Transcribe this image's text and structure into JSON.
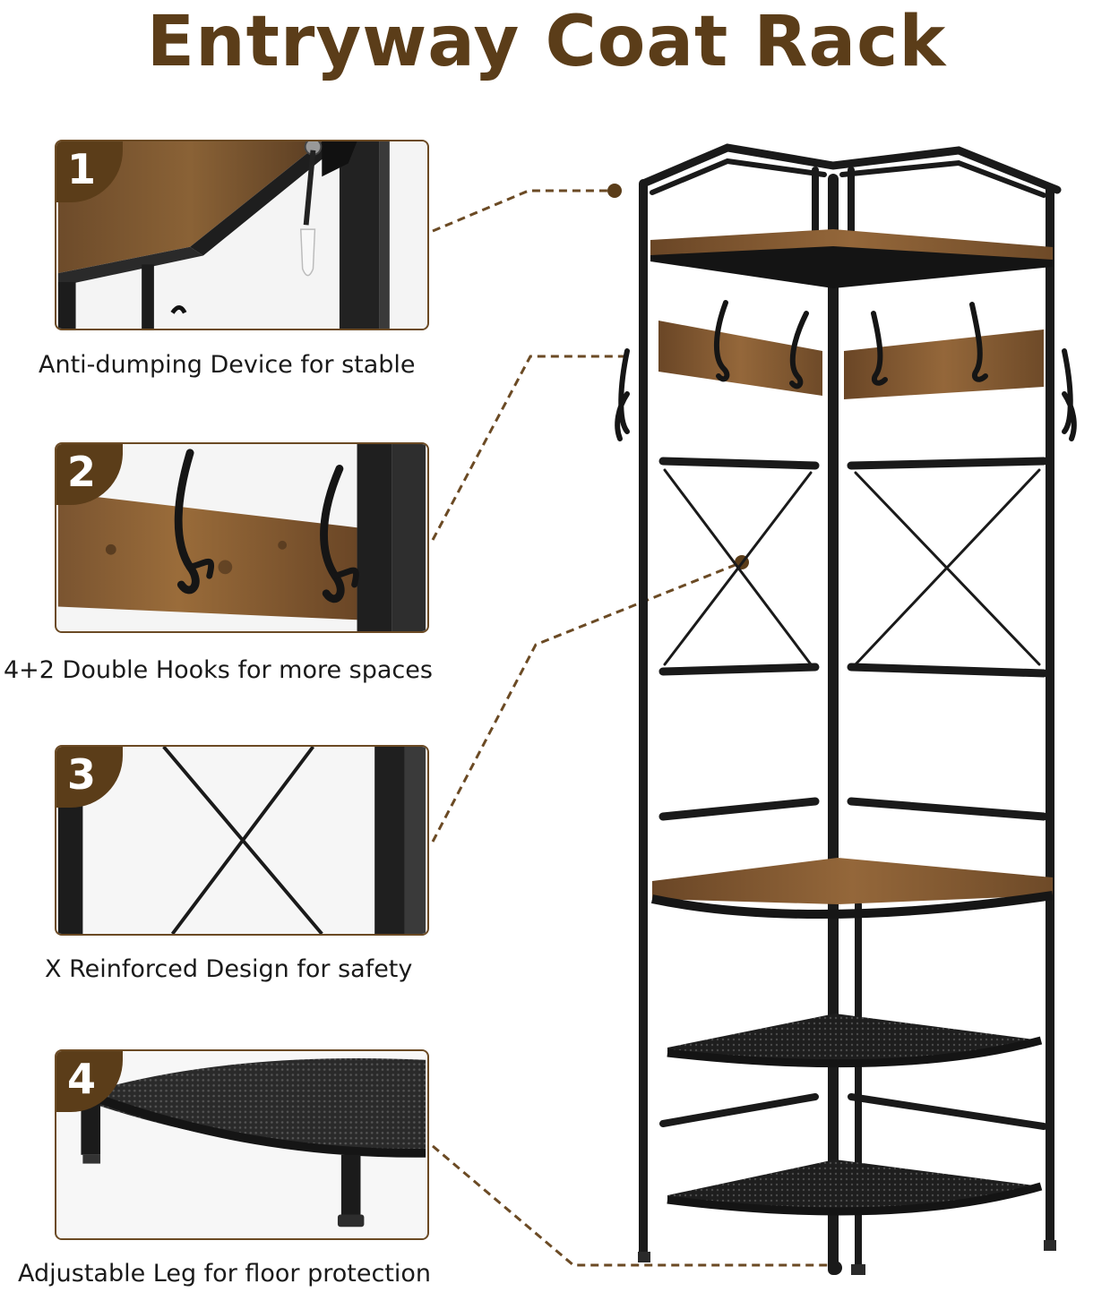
{
  "title": "Entryway Coat Rack",
  "colors": {
    "brand_brown": "#5b3d19",
    "frame_black": "#1a1a1a",
    "wood": "#7a5430"
  },
  "features": [
    {
      "number": "1",
      "caption": "Anti-dumping Device for stable"
    },
    {
      "number": "2",
      "caption": "4+2 Double Hooks for more spaces"
    },
    {
      "number": "3",
      "caption": "X Reinforced Design for safety"
    },
    {
      "number": "4",
      "caption": "Adjustable Leg for floor protection"
    }
  ]
}
